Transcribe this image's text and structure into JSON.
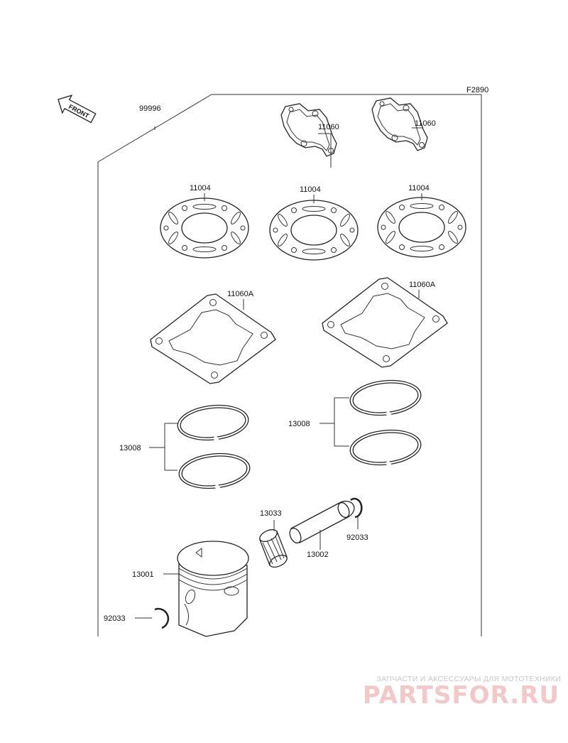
{
  "diagram": {
    "figure_code": "F2890",
    "front_label": "FRONT",
    "labels": {
      "kit": "99996",
      "gasket_top_1": "11060",
      "gasket_top_2": "11060",
      "head_gasket_1": "11004",
      "head_gasket_2": "11004",
      "head_gasket_3": "11004",
      "base_gasket_1": "11060A",
      "base_gasket_2": "11060A",
      "ring_set_left": "13008",
      "ring_set_right": "13008",
      "bearing": "13033",
      "circlip_right": "92033",
      "piston_pin": "13002",
      "piston": "13001",
      "circlip_left": "92033"
    }
  },
  "watermark": {
    "caption": "ЗАПЧАСТИ И АКСЕССУАРЫ ДЛЯ МОТОТЕХНИКИ",
    "logo": "PARTSFOR.RU"
  }
}
